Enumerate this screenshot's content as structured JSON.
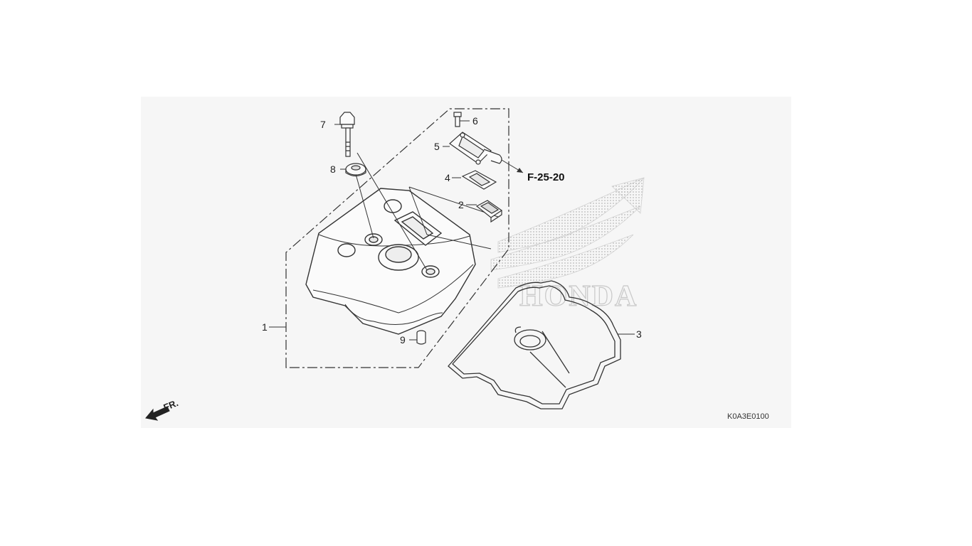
{
  "diagram": {
    "callouts": {
      "c1": "1",
      "c2": "2",
      "c3": "3",
      "c4": "4",
      "c5": "5",
      "c6": "6",
      "c7": "7",
      "c8": "8",
      "c9": "9"
    },
    "reference_label": "F-25-20",
    "diagram_code": "K0A3E0100",
    "front_indicator": "FR.",
    "watermark_text": "HONDA"
  },
  "colors": {
    "line": "#333333",
    "panel_background": "#f6f6f6",
    "watermark": "#c8c8c8"
  }
}
